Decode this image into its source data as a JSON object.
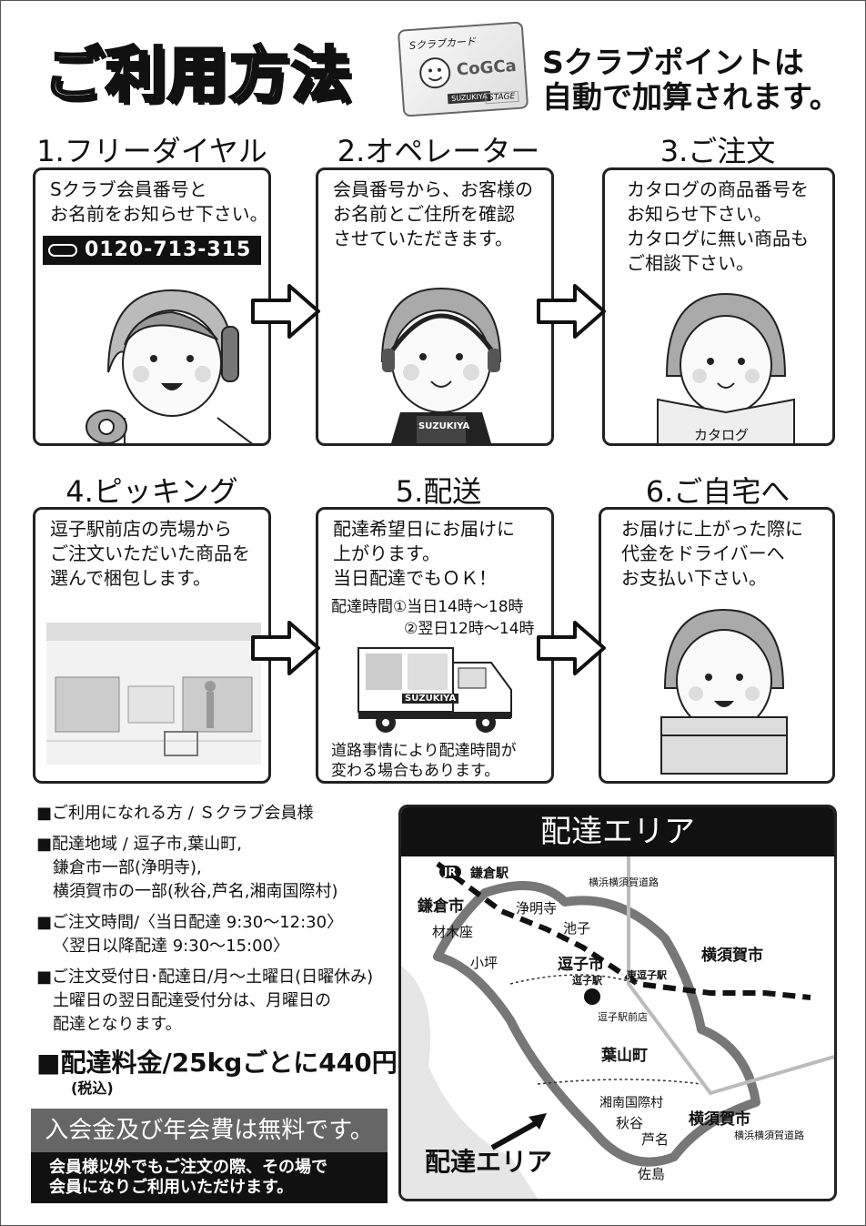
{
  "header": {
    "title": "ご利用方法",
    "card": {
      "label": "Sクラブカード",
      "brand": "CoGCa",
      "sub": "SUZUKIYA",
      "stamp": "STAGE"
    },
    "points_line1": "Sクラブポイントは",
    "points_line2": "自動で加算されます。"
  },
  "steps": [
    {
      "title": "1.フリーダイヤル",
      "lines": [
        "Sクラブ会員番号と",
        "お名前をお知らせ下さい。"
      ],
      "phone": "0120-713-315"
    },
    {
      "title": "2.オペレーター",
      "lines": [
        "会員番号から、お客様の",
        "お名前とご住所を確認",
        "させていただきます。"
      ],
      "apron": "SUZUKIYA"
    },
    {
      "title": "3.ご注文",
      "lines": [
        "カタログの商品番号を",
        "お知らせ下さい。",
        "カタログに無い商品も",
        "ご相談下さい。"
      ],
      "catalog": "カタログ"
    },
    {
      "title": "4.ピッキング",
      "lines": [
        "逗子駅前店の売場から",
        "ご注文いただいた商品を",
        "選んで梱包します。"
      ]
    },
    {
      "title": "5.配送",
      "lines": [
        "配達希望日にお届けに",
        "上がります。",
        "当日配達でもＯＫ！"
      ],
      "time1": "配達時間①当日14時～18時",
      "time2": "②翌日12時～14時",
      "truck": "SUZUKIYA",
      "note1": "道路事情により配達時間が",
      "note2": "変わる場合もあります。"
    },
    {
      "title": "6.ご自宅へ",
      "lines": [
        "お届けに上がった際に",
        "代金をドライバーへ",
        "お支払い下さい。"
      ]
    }
  ],
  "info": {
    "members": "■ご利用になれる方 / Ｓクラブ会員様",
    "area1": "■配達地域 / 逗子市,葉山町,",
    "area2": "鎌倉市一部(浄明寺),",
    "area3": "横須賀市の一部(秋谷,芦名,湘南国際村)",
    "hours1": "■ご注文時間/〈当日配達  9:30～12:30〉",
    "hours2": "〈翌日以降配達  9:30～15:00〉",
    "days1": "■ご注文受付日･配達日/月～土曜日(日曜休み)",
    "days2": "土曜日の翌日配達受付分は、月曜日の",
    "days3": "配達となります。",
    "fee": "■配達料金/25kgごとに440円",
    "fee_note": "(税込)",
    "free": "入会金及び年会費は無料です。",
    "note1": "会員様以外でもご注文の際、その場で",
    "note2": "会員になりご利用いただけます。"
  },
  "map": {
    "title": "配達エリア",
    "labels": {
      "kamakura_st": "鎌倉駅",
      "kamakura": "鎌倉市",
      "jomyoji": "浄明寺",
      "zaimokuza": "材木座",
      "ikego": "池子",
      "kotsubo": "小坪",
      "zushi": "逗子市",
      "zushi_st": "逗子駅",
      "higashi_zushi": "東逗子駅",
      "zushi_ekimae": "逗子駅前店",
      "yokosuka1": "横須賀市",
      "hayama": "葉山町",
      "shonan": "湘南国際村",
      "akiya": "秋谷",
      "ashina": "芦名",
      "yokosuka2": "横須賀市",
      "sajima": "佐島",
      "road1": "横浜横須賀道路",
      "road2": "横浜横須賀道路",
      "area": "配達エリア",
      "jr": "JR"
    }
  }
}
